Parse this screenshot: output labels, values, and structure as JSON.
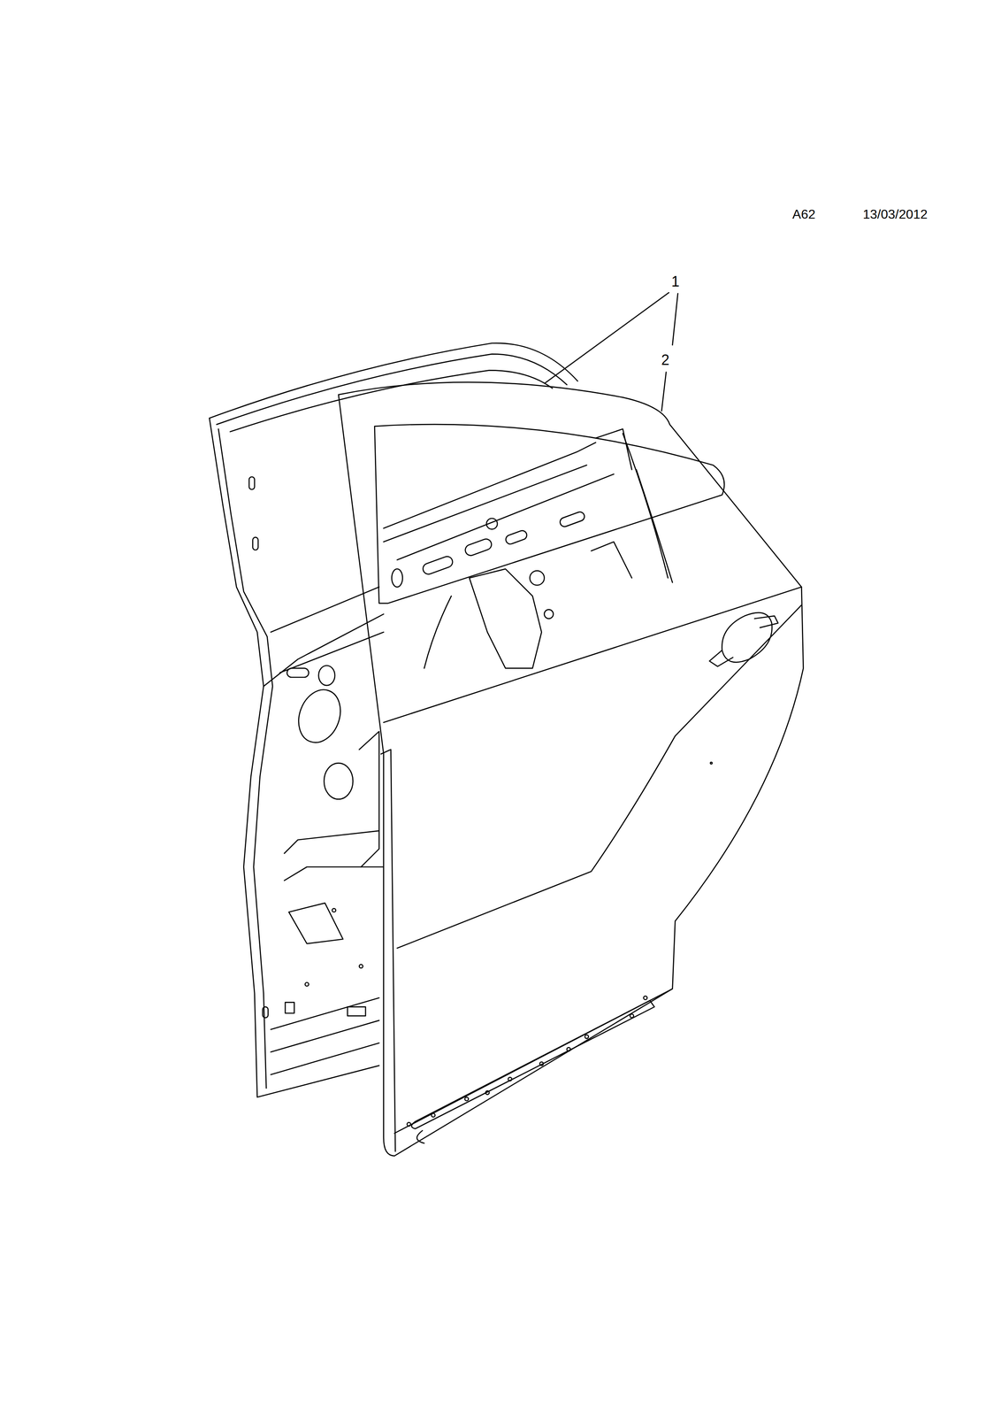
{
  "diagram": {
    "labels": [
      "A62",
      "13/03/2012",
      "1",
      "2"
    ]
  }
}
